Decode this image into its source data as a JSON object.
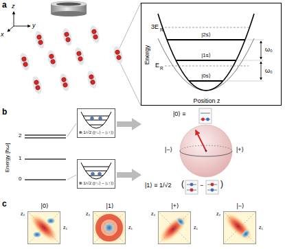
{
  "diagram": {
    "nodes": [
      {
        "text": [
          "Energy",
          "Position z"
        ]
      },
      {
        "text": [
          "⊗ 1/√2 (|↑↓⟩ − |↓↑⟩)"
        ]
      },
      {
        "text": [
          "⊗ 1/√2 (|↑↓⟩ − |↓↑⟩)"
        ]
      },
      {
        "text": [
          "|0⟩",
          "z₂",
          "z₁"
        ]
      },
      {
        "text": [
          "|1⟩",
          "z₂",
          "z₁"
        ]
      },
      {
        "text": [
          "|+⟩",
          "z₂",
          "z₁"
        ]
      },
      {
        "text": [
          "|−⟩",
          "z₂",
          "z₁"
        ]
      }
    ],
    "labels": [
      "a",
      "z",
      "x",
      "y",
      "3E",
      "R",
      "E",
      "R",
      "ω₀",
      "ω₀",
      "|2s⟩",
      "|1s⟩",
      "|0s⟩",
      "b",
      "Energy [ħω]",
      "2",
      "1",
      "0",
      "|0⟩ ≡",
      "|−⟩",
      "|+⟩",
      "|1⟩ ≡ 1/√2",
      "(",
      "−",
      ")",
      "c"
    ]
  }
}
